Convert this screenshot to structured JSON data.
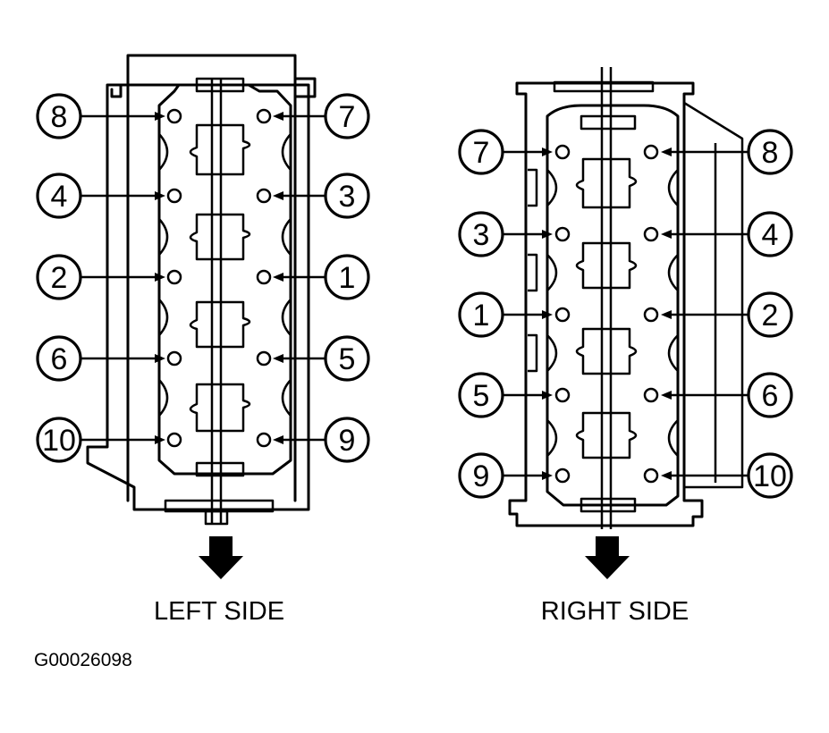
{
  "left_view": {
    "caption": "LEFT SIDE",
    "left_column_labels": [
      "8",
      "4",
      "2",
      "6",
      "10"
    ],
    "right_column_labels": [
      "7",
      "3",
      "1",
      "5",
      "9"
    ]
  },
  "right_view": {
    "caption": "RIGHT SIDE",
    "left_column_labels": [
      "7",
      "3",
      "1",
      "5",
      "9"
    ],
    "right_column_labels": [
      "8",
      "4",
      "2",
      "6",
      "10"
    ]
  },
  "figure_id": "G00026098",
  "direction_arrow_icon": "arrow-down-icon",
  "colors": {
    "ink": "#000000",
    "background": "#ffffff"
  }
}
